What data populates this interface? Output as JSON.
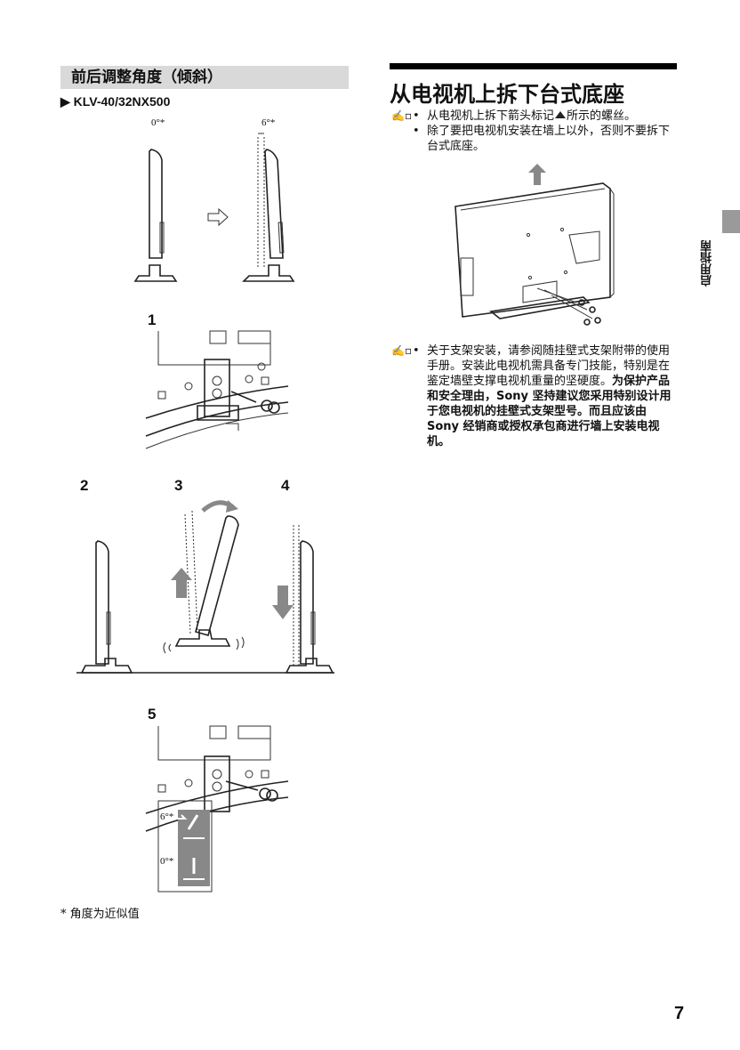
{
  "left": {
    "heading": "前后调整角度（倾斜）",
    "model_marker": "▶",
    "model": "KLV-40/32NX500",
    "angle_0": "0°*",
    "angle_6": "6°*",
    "steps": [
      "1",
      "2",
      "3",
      "4",
      "5"
    ],
    "dial_6": "6°*",
    "dial_0": "0°*",
    "footnote": "* 角度为近似值"
  },
  "right": {
    "title": "从电视机上拆下台式底座",
    "note1_bullets": [
      "从电视机上拆下箭头标记",
      "所示的螺丝。",
      "除了要把电视机安装在墙上以外，否则不要拆下台式底座。"
    ],
    "note2_plain": "关于支架安装，请参阅随挂壁式支架附带的使用手册。安装此电视机需具备专门技能，特别是在鉴定墙壁支撑电视机重量的坚硬度。",
    "note2_bold": "为保护产品和安全理由，Sony 坚持建议您采用特别设计用于您电视机的挂壁式支架型号。而且应该由 Sony 经销商或授权承包商进行墙上安装电视机。"
  },
  "sidebar": {
    "label": "启用指南"
  },
  "page_number": "7",
  "icons": {
    "note": "pencil-note-icon",
    "arrow": "outline-right-arrow-icon",
    "up": "up-arrow-icon",
    "down": "down-arrow-icon",
    "rotate": "rotate-arrow-icon"
  },
  "colors": {
    "heading_bg": "#d9d9d9",
    "tab": "#9a9a9a",
    "arrow": "#888888"
  }
}
